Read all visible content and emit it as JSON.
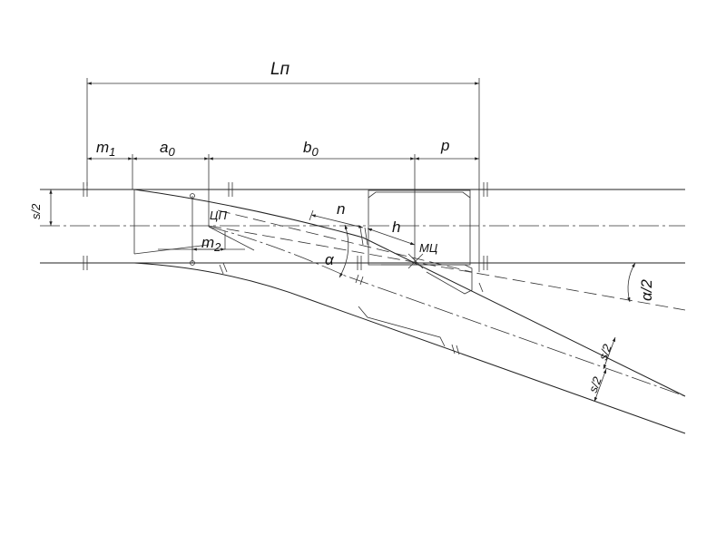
{
  "labels": {
    "L": "Lп",
    "m1": "m",
    "m1_sub": "1",
    "a0": "a",
    "a0_sub": "0",
    "b0": "b",
    "b0_sub": "0",
    "p": "p",
    "n": "n",
    "h": "h",
    "alpha": "α",
    "alpha_half": "α/2",
    "half_gauge": "s/2",
    "m2": "m",
    "m2_sub": "2",
    "switch_center": "ЦП",
    "math_center": "МЦ"
  }
}
